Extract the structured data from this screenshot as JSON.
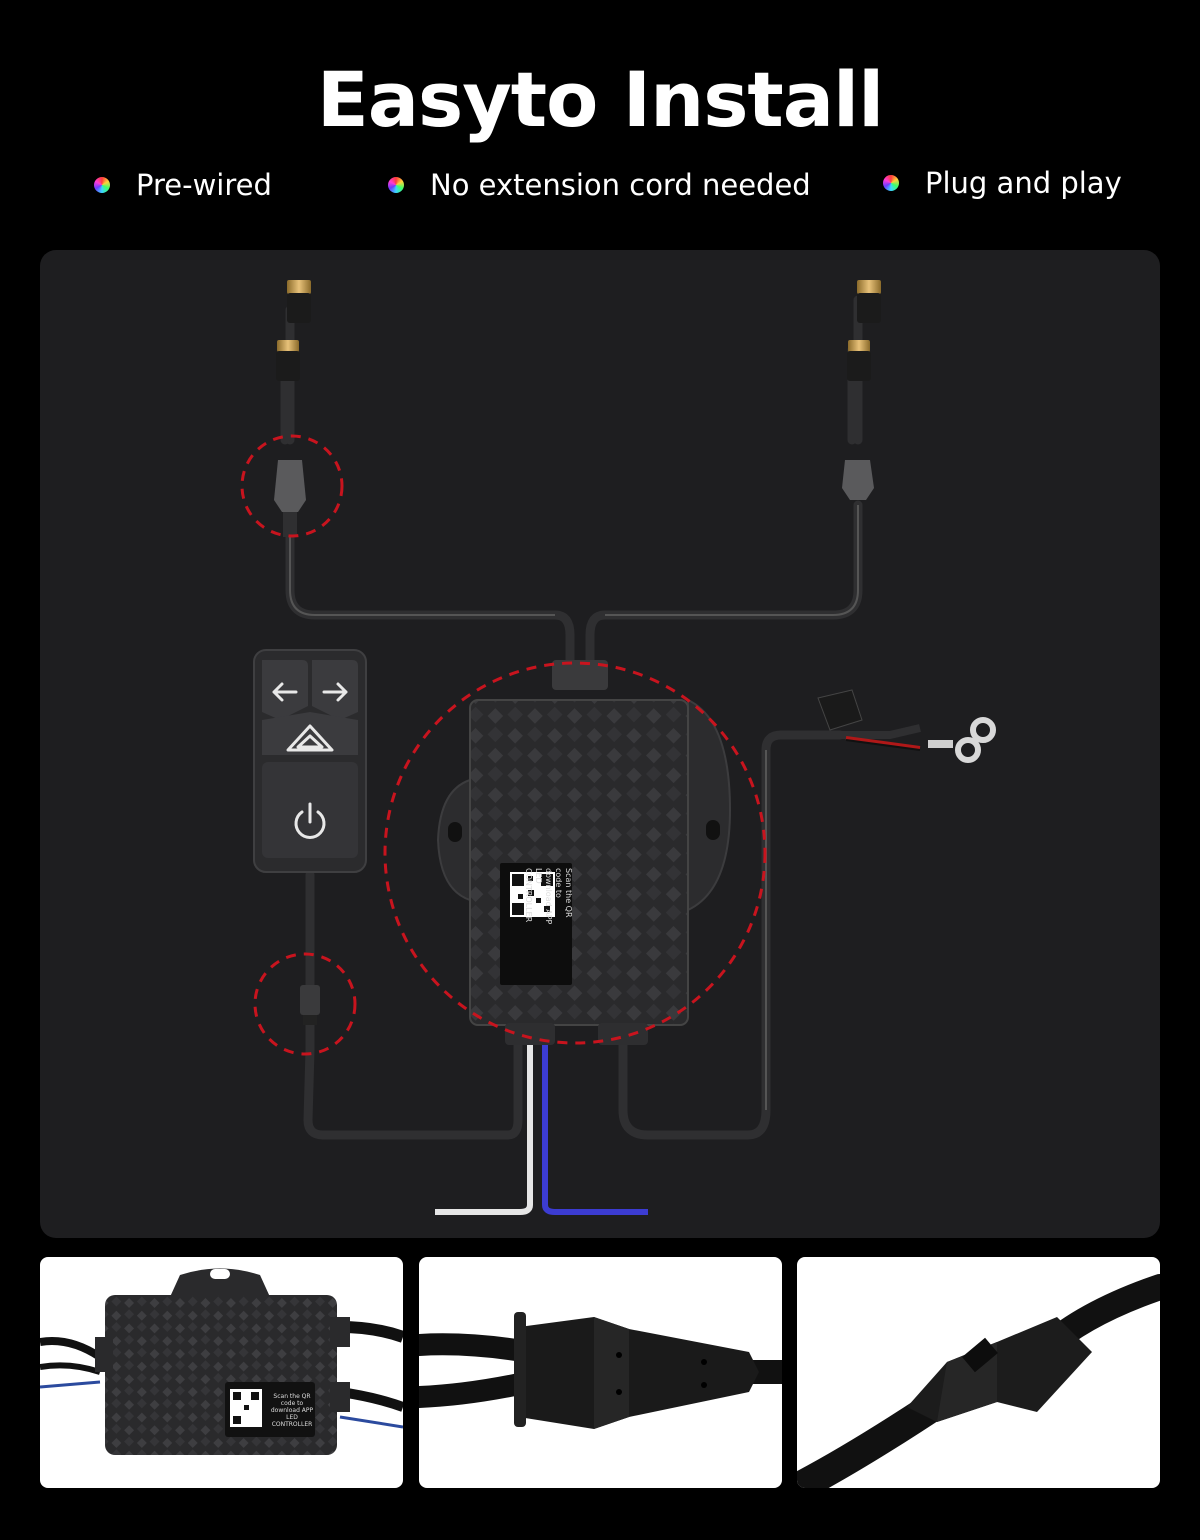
{
  "header": {
    "title": "Easyto Install"
  },
  "features": [
    {
      "label": "Pre-wired",
      "icon": "rainbow-dot-icon"
    },
    {
      "label": "No extension cord needed",
      "icon": "rainbow-dot-icon"
    },
    {
      "label": "Plug and play",
      "icon": "rainbow-dot-icon"
    }
  ],
  "controller_label": {
    "line1": "Scan the QR",
    "line2": "code to",
    "line3": "download APP",
    "line4": "LED",
    "line5": "CONTROLLER"
  },
  "colors": {
    "background": "#000000",
    "panel": "#1e1e20",
    "highlight_circle": "#c8141e",
    "wire_blue": "#3c3cd2",
    "wire_white": "#e6e6e6"
  }
}
